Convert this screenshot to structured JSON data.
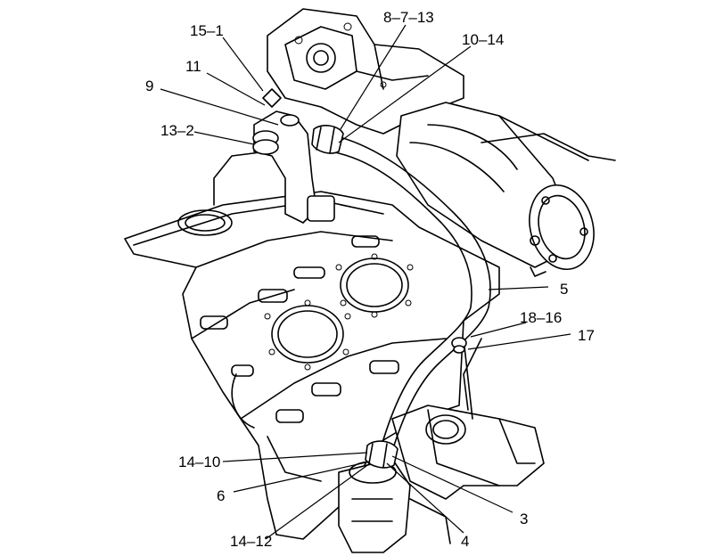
{
  "callouts": [
    {
      "id": "c-15-1",
      "text": "15–1"
    },
    {
      "id": "c-11",
      "text": "11"
    },
    {
      "id": "c-9",
      "text": "9"
    },
    {
      "id": "c-13-2",
      "text": "13–2"
    },
    {
      "id": "c-8-7-13",
      "text": "8–7–13"
    },
    {
      "id": "c-10-14",
      "text": "10–14"
    },
    {
      "id": "c-5",
      "text": "5"
    },
    {
      "id": "c-18-16",
      "text": "18–16"
    },
    {
      "id": "c-17",
      "text": "17"
    },
    {
      "id": "c-14-10",
      "text": "14–10"
    },
    {
      "id": "c-6",
      "text": "6"
    },
    {
      "id": "c-3",
      "text": "3"
    },
    {
      "id": "c-14-12",
      "text": "14–12"
    },
    {
      "id": "c-4",
      "text": "4"
    }
  ]
}
